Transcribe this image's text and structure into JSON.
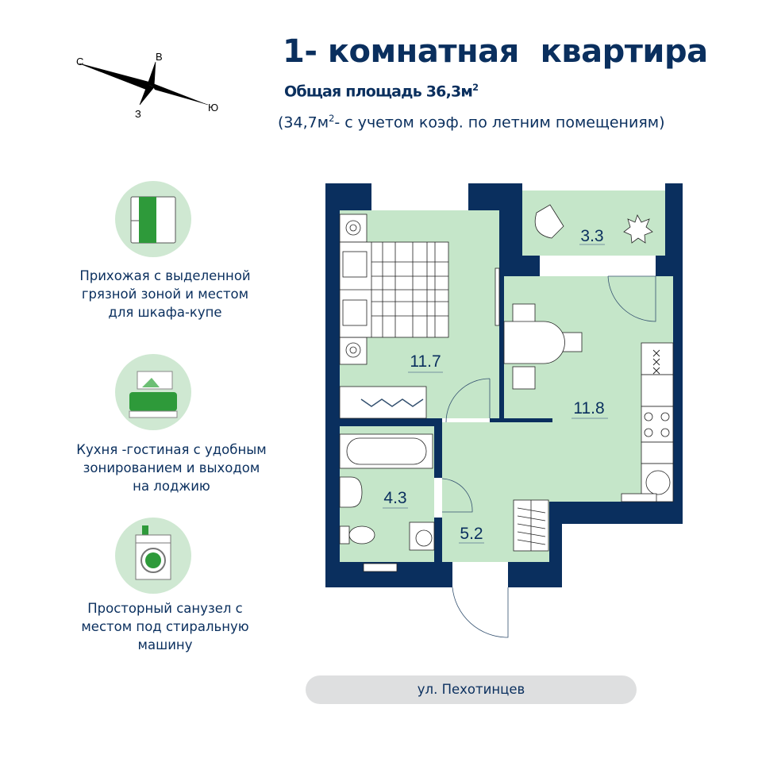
{
  "header": {
    "title": "1- комнатная  квартира",
    "area_prefix": "Общая площадь 36,3м",
    "area_sup": "2",
    "coef_prefix": "(34,7м",
    "coef_sup": "2",
    "coef_suffix": "- с учетом коэф. по летним помещениям)"
  },
  "compass": {
    "north": "С",
    "east": "В",
    "south": "Ю",
    "west": "З"
  },
  "features": [
    {
      "icon": "wardrobe-icon",
      "lines": [
        "Прихожая с выделенной",
        "грязной зоной  и местом",
        "для шкафа-купе"
      ]
    },
    {
      "icon": "sofa-icon",
      "lines": [
        "Кухня -гостиная с удобным",
        "зонированием и выходом",
        "на лоджию"
      ]
    },
    {
      "icon": "washing-machine-icon",
      "lines": [
        "Просторный санузел с",
        "местом под стиральную",
        "машину"
      ]
    }
  ],
  "rooms": {
    "bedroom": "11.7",
    "kitchen_living": "11.8",
    "balcony": "3.3",
    "bathroom": "4.3",
    "hallway": "5.2"
  },
  "street": "ул. Пехотинцев",
  "colors": {
    "navy": "#0a2f5e",
    "room": "#c5e6c9",
    "circle": "#cfe8d2",
    "accent_green": "#2ea043"
  }
}
